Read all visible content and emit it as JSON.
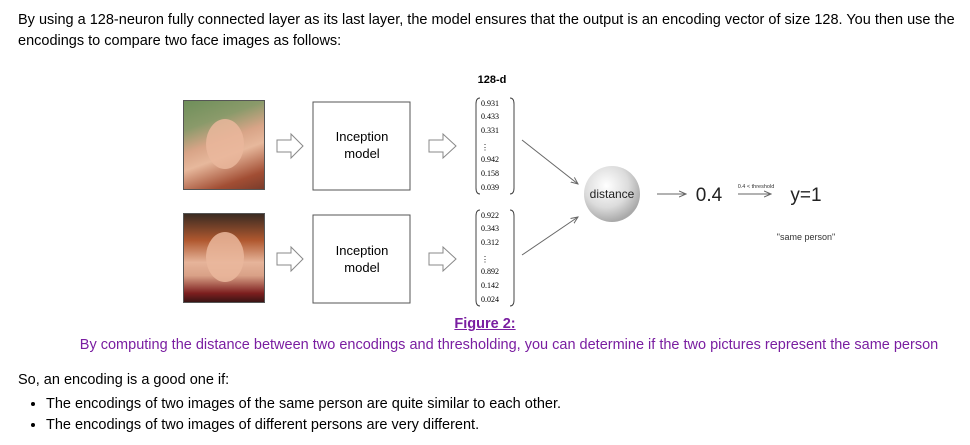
{
  "intro_text": "By using a 128-neuron fully connected layer as its last layer, the model ensures that the output is an encoding vector of size 128. You then use the encodings to compare two face images as follows:",
  "figure": {
    "vector_header": "128-d",
    "model_label_1_line1": "Inception",
    "model_label_1_line2": "model",
    "model_label_2_line1": "Inception",
    "model_label_2_line2": "model",
    "encoding_1": [
      "0.931",
      "0.433",
      "0.331",
      "0.942",
      "0.158",
      "0.039"
    ],
    "encoding_2": [
      "0.922",
      "0.343",
      "0.312",
      "0.892",
      "0.142",
      "0.024"
    ],
    "ellipsis": "⋮",
    "distance_label": "distance",
    "distance_value": "0.4",
    "threshold_label": "0.4 < threshold",
    "result_label": "y=1",
    "result_note": "\"same person\""
  },
  "caption": {
    "title": "Figure 2:",
    "text": "By computing the distance between two encodings and thresholding, you can determine if the two pictures represent the same person"
  },
  "lead_text": "So, an encoding is a good one if:",
  "bullets": [
    "The encodings of two images of the same person are quite similar to each other.",
    "The encodings of two images of different persons are very different."
  ]
}
